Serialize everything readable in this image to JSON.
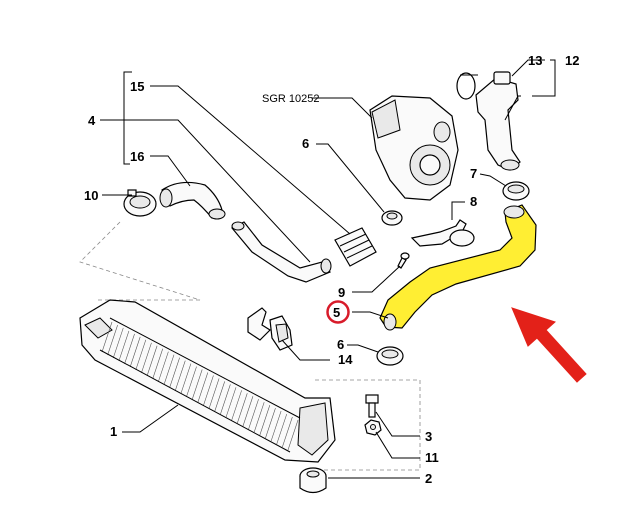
{
  "callouts": {
    "c1": "1",
    "c2": "2",
    "c3": "3",
    "c4": "4",
    "c5": "5",
    "c6a": "6",
    "c6b": "6",
    "c7": "7",
    "c8": "8",
    "c9": "9",
    "c10": "10",
    "c11": "11",
    "c12": "12",
    "c13": "13",
    "c14": "14",
    "c15": "15",
    "c16": "16"
  },
  "turbo_ref": "SGR 10252",
  "colors": {
    "highlight_hose": "#ffee33",
    "highlight_ring": "#d81b2a",
    "arrow": "#e32119"
  }
}
